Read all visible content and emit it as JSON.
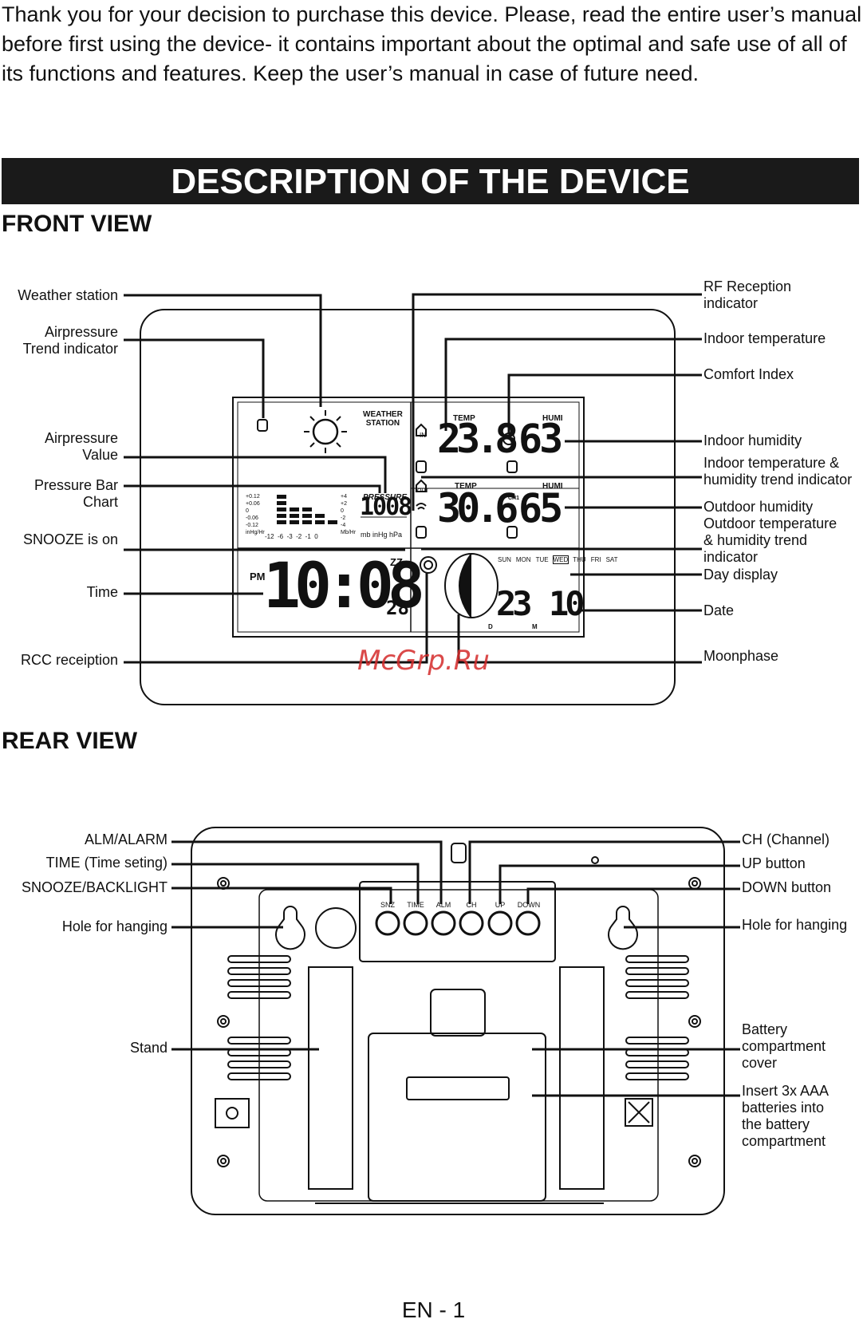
{
  "intro": "Thank you for your decision to purchase this device. Please, read the entire user’s manual before first using the device- it contains important about the optimal and safe use of all of its functions and features. Keep the user’s manual in case of future need.",
  "banner": "DESCRIPTION OF THE DEVICE",
  "front": {
    "heading": "FRONT VIEW",
    "left_labels": [
      "Weather station",
      "Airpressure\nTrend indicator",
      "Airpressure\nValue",
      "Pressure Bar\nChart",
      "SNOOZE is on",
      "Time",
      "RCC receiption"
    ],
    "right_labels": [
      "RF Reception\nindicator",
      "Indoor temperature",
      "Comfort Index",
      "Indoor humidity",
      "Indoor temperature &\nhumidity trend indicator",
      "Outdoor humidity",
      "Outdoor temperature\n& humidity trend\nindicator",
      "Day display",
      "Date",
      "Moonphase"
    ],
    "lcd": {
      "weather_station": "WEATHER\nSTATION",
      "pressure_label": "PRESSURE",
      "pressure_value": "1008",
      "pressure_units": "mb  inHg  hPa",
      "scale_left": [
        "+0.12",
        "+0.06",
        "0",
        "-0.06",
        "-0.12",
        "inHg/Hr"
      ],
      "scale_right": [
        "+4",
        "+2",
        "0",
        "-2",
        "-4",
        "Mb/Hr"
      ],
      "hours": "-12  -6  -3  -2  -1  0",
      "temp_label": "TEMP",
      "humi_label": "HUMI",
      "in_temp": "23.8",
      "in_humi": "63",
      "out_temp": "30.6",
      "out_humi": "65",
      "pm": "PM",
      "time": "10:08",
      "seconds": "28",
      "zz": "ZZ",
      "days": [
        "SUN",
        "MON",
        "TUE",
        "WED",
        "THU",
        "FRI",
        "SAT"
      ],
      "date_day": "23",
      "date_month": "10",
      "d": "D",
      "m": "M",
      "ch": "CH1",
      "in": "IN",
      "out": "OUT"
    }
  },
  "rear": {
    "heading": "REAR VIEW",
    "left_labels": [
      "ALM/ALARM",
      "TIME (Time seting)",
      "SNOOZE/BACKLIGHT",
      "Hole for hanging",
      "Stand"
    ],
    "right_labels": [
      "CH (Channel)",
      "UP button",
      "DOWN button",
      "Hole for hanging",
      "Battery\ncompartment\ncover",
      "Insert 3x AAA\nbatteries into\nthe battery\ncompartment"
    ],
    "buttons": [
      "SNZ",
      "TIME",
      "ALM",
      "CH",
      "UP",
      "DOWN"
    ]
  },
  "watermark": "McGrp.Ru",
  "footer": "EN - 1"
}
